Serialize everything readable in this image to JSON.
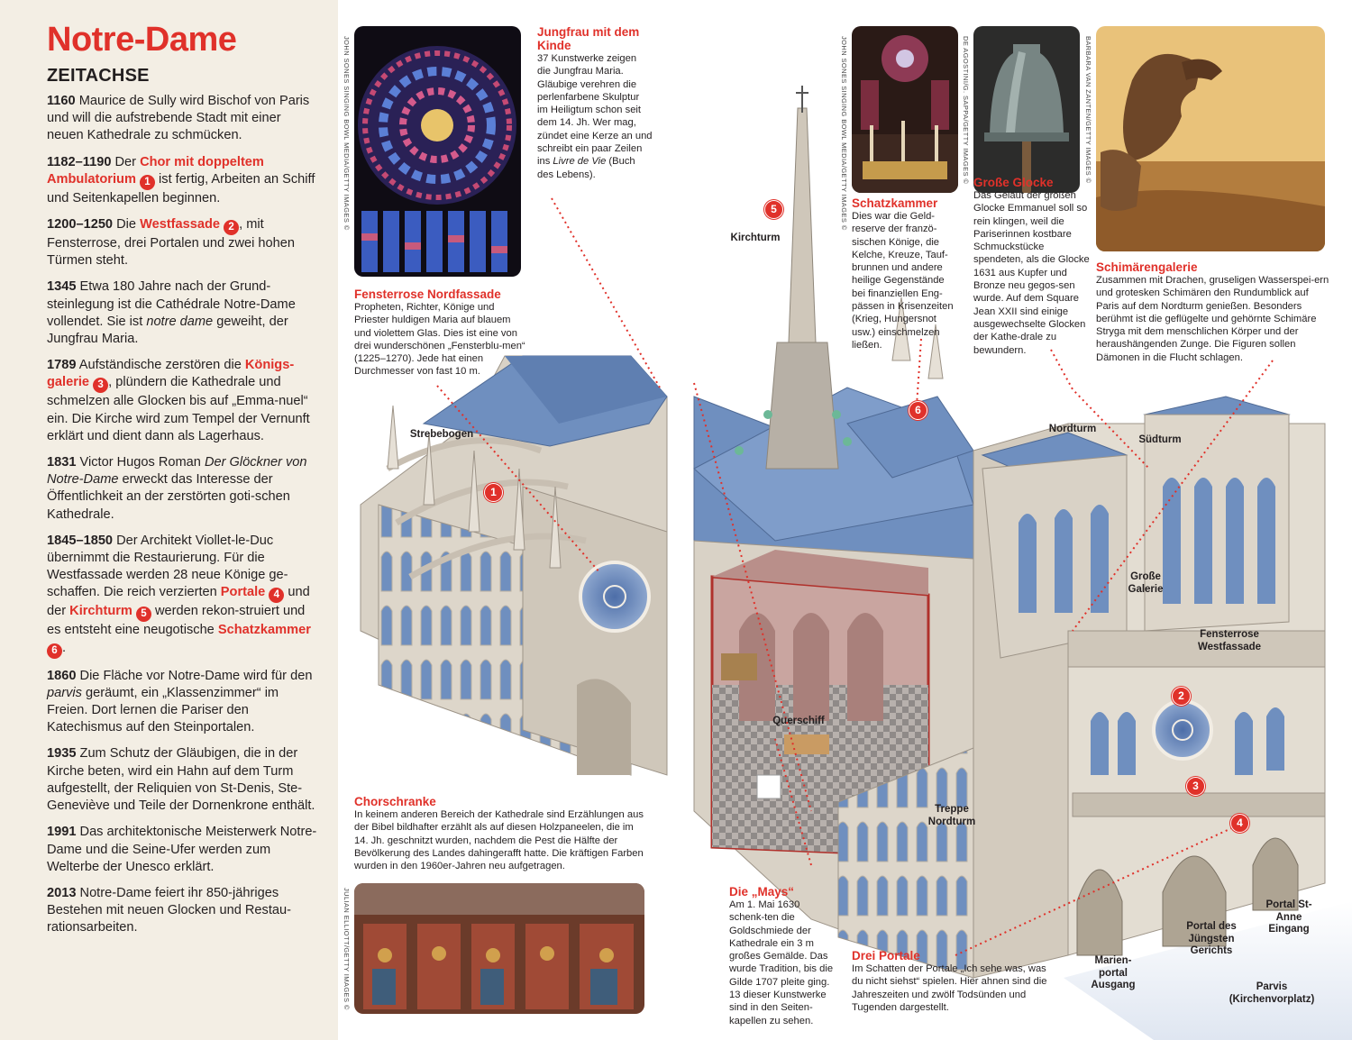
{
  "timeline": {
    "title": "Notre-Dame",
    "subtitle": "ZEITACHSE",
    "e1160_year": "1160",
    "e1160_text": " Maurice de Sully wird Bischof von Paris und will die aufstrebende Stadt mit einer neuen Kathedrale zu schmücken.",
    "e1182_year": "1182–1190",
    "e1182_pre": " Der ",
    "e1182_hl": "Chor mit doppeltem Ambulatorium",
    "e1182_num": "1",
    "e1182_post": " ist fertig, Arbeiten an Schiff und Seitenkapellen beginnen.",
    "e1200_year": "1200–1250",
    "e1200_pre": " Die ",
    "e1200_hl": "Westfassade",
    "e1200_num": "2",
    "e1200_post": ", mit Fensterrose, drei Portalen und zwei hohen Türmen steht.",
    "e1345_year": "1345",
    "e1345_pre": " Etwa 180 Jahre nach der Grund-steinlegung ist die Cathédrale Notre-Dame vollendet. Sie ist ",
    "e1345_it": "notre dame",
    "e1345_post": " geweiht, der Jungfrau Maria.",
    "e1789_year": "1789",
    "e1789_pre": " Aufständische zerstören die ",
    "e1789_hl": "Königs-galerie",
    "e1789_num": "3",
    "e1789_post": ", plündern die Kathedrale und schmelzen alle Glocken bis auf „Emma-nuel“ ein. Die Kirche wird zum Tempel der Vernunft erklärt und dient dann als Lagerhaus.",
    "e1831_year": "1831",
    "e1831_pre": " Victor Hugos Roman ",
    "e1831_it": "Der Glöckner von Notre-Dame",
    "e1831_post": " erweckt das Interesse der Öffentlichkeit an der zerstörten goti-schen Kathedrale.",
    "e1845_year": "1845–1850",
    "e1845_pre": " Der Architekt Viollet-le-Duc übernimmt die Restaurierung. Für die Westfassade werden 28 neue Könige ge-schaffen. Die reich verzierten ",
    "e1845_hl1": "Portale",
    "e1845_num1": "4",
    "e1845_mid1": " und der ",
    "e1845_hl2": "Kirchturm",
    "e1845_num2": "5",
    "e1845_mid2": " werden rekon-struiert und es entsteht eine neugotische ",
    "e1845_hl3": "Schatzkammer",
    "e1845_num3": "6",
    "e1845_post": ".",
    "e1860_year": "1860",
    "e1860_pre": " Die Fläche vor Notre-Dame wird für den ",
    "e1860_it": "parvis",
    "e1860_post": " geräumt, ein „Klassenzimmer“ im Freien. Dort lernen die Pariser den Katechismus auf den Steinportalen.",
    "e1935_year": "1935",
    "e1935_text": " Zum Schutz der Gläubigen, die in der Kirche beten, wird ein Hahn auf dem Turm aufgestellt, der Reliquien von St-Denis, Ste-Geneviève und Teile der Dornenkrone enthält.",
    "e1991_year": "1991",
    "e1991_text": " Das architektonische Meisterwerk Notre-Dame und die Seine-Ufer werden zum Welterbe der Unesco erklärt.",
    "e2013_year": "2013",
    "e2013_text": " Notre-Dame feiert ihr 850-jähriges Bestehen mit neuen Glocken und Restau-rationsarbeiten."
  },
  "captions": {
    "jungfrau_title": "Jungfrau mit dem Kinde",
    "jungfrau_body_pre": "37 Kunstwerke zeigen die Jungfrau Maria. Gläubige verehren die perlenfarbene Skulptur im Heiligtum schon seit dem 14. Jh. Wer mag, zündet eine Kerze an und schreibt ein paar Zeilen ins ",
    "jungfrau_body_it": "Livre de Vie",
    "jungfrau_body_post": " (Buch des Lebens).",
    "fensterrose_title": "Fensterrose Nordfassade",
    "fensterrose_body": "Propheten, Richter, Könige und Priester huldigen Maria auf blauem und violettem Glas. Dies ist eine von drei wunderschönen „Fensterblu-men“ (1225–1270). Jede hat einen Durchmesser von fast 10 m.",
    "schatz_title": "Schatzkammer",
    "schatz_body": "Dies war die Geld-reserve der franzö-sischen Könige, die Kelche, Kreuze, Tauf-brunnen und andere heilige Gegenstände bei finanziellen Eng-pässen in Krisenzeiten (Krieg, Hungersnot usw.) einschmelzen ließen.",
    "glocke_title": "Große Glocke",
    "glocke_body": "Das Geläut der großen Glocke Emmanuel soll so rein klingen, weil die Pariserinnen kostbare Schmuckstücke spendeten, als die Glocke 1631 aus Kupfer und Bronze neu gegos-sen wurde. Auf dem Square Jean XXII sind einige ausgewechselte Glocken der Kathe-drale zu bewundern.",
    "schim_title": "Schimärengalerie",
    "schim_body": "Zusammen mit Drachen, gruseligen Wasserspei-ern und grotesken Schimären den Rundumblick auf Paris auf dem Nordturm genießen. Besonders berühmt ist die geflügelte und gehörnte Schimäre Stryga mit dem menschlichen Körper und der heraushängenden Zunge. Die Figuren sollen Dämonen in die Flucht schlagen.",
    "chor_title": "Chorschranke",
    "chor_body": "In keinem anderen Bereich der Kathedrale sind Erzählungen aus der Bibel bildhafter erzählt als auf diesen Holzpaneelen, die im 14. Jh. geschnitzt wurden, nachdem die Pest die Hälfte der Bevölkerung des Landes dahingerafft hatte. Die kräftigen Farben wurden in den 1960er-Jahren neu aufgetragen.",
    "mays_title": "Die „Mays“",
    "mays_body": "Am 1. Mai 1630 schenk-ten die Goldschmiede der Kathedrale ein 3 m großes Gemälde. Das wurde Tradition, bis die Gilde 1707 pleite ging. 13 dieser Kunstwerke sind in den Seiten-kapellen zu sehen.",
    "portale_title": "Drei Portale",
    "portale_body": "Im Schatten der Portale „Ich sehe was, was du nicht siehst“ spielen. Hier ahnen sind die Jahreszeiten und zwölf Todsünden und Tugenden dargestellt."
  },
  "labels": {
    "kirchturm": "Kirchturm",
    "strebebogen": "Strebebogen",
    "nordturm": "Nordturm",
    "suedturm": "Südturm",
    "grosse_galerie": "Große Galerie",
    "fensterrose_west": "Fensterrose Westfassade",
    "querschiff": "Querschiff",
    "treppe": "Treppe Nordturm",
    "portal_sa": "Portal St-Anne Eingang",
    "portal_jg": "Portal des Jüngsten Gerichts",
    "marien": "Marien-portal Ausgang",
    "parvis": "Parvis (Kirchenvorplatz)"
  },
  "pins": {
    "p1": "1",
    "p2": "2",
    "p3": "3",
    "p4": "4",
    "p5": "5",
    "p6": "6"
  },
  "credits": {
    "c1": "JOHN SONES SINGING BOWL MEDIA/GETTY IMAGES ©",
    "c2": "JOHN SONES SINGING BOWL MEDIA/GETTY IMAGES ©",
    "c3": "DE AGOSTINI/G. SAPPA/GETTY IMAGES ©",
    "c4": "BARBARA VAN ZANTEN/GETTY IMAGES ©",
    "c5": "JULIAN ELLIOTT/GETTY IMAGES ©"
  },
  "colors": {
    "accent": "#e0312a",
    "roof": "#6f8fbf",
    "stone": "#d9d2c6",
    "panel": "#f3eee4"
  }
}
